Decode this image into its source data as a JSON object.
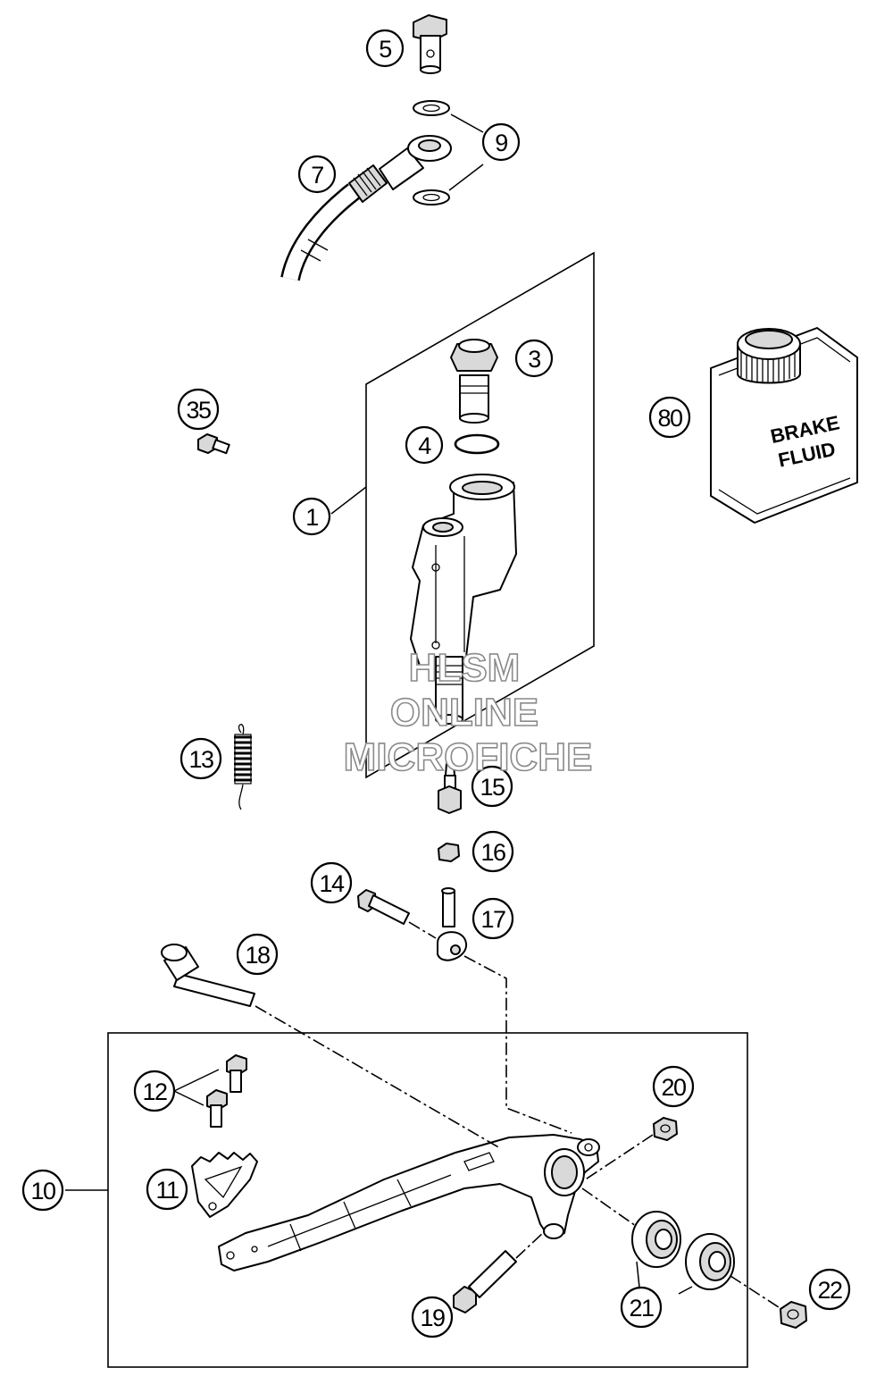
{
  "diagram": {
    "callouts": [
      "1",
      "3",
      "4",
      "5",
      "7",
      "9",
      "10",
      "11",
      "12",
      "13",
      "14",
      "15",
      "16",
      "17",
      "18",
      "19",
      "20",
      "21",
      "22",
      "35",
      "80"
    ],
    "bottle_label": [
      "BRAKE",
      "FLUID"
    ],
    "watermark": [
      "HLSM",
      "ONLINE",
      "MICROFICHE"
    ]
  }
}
